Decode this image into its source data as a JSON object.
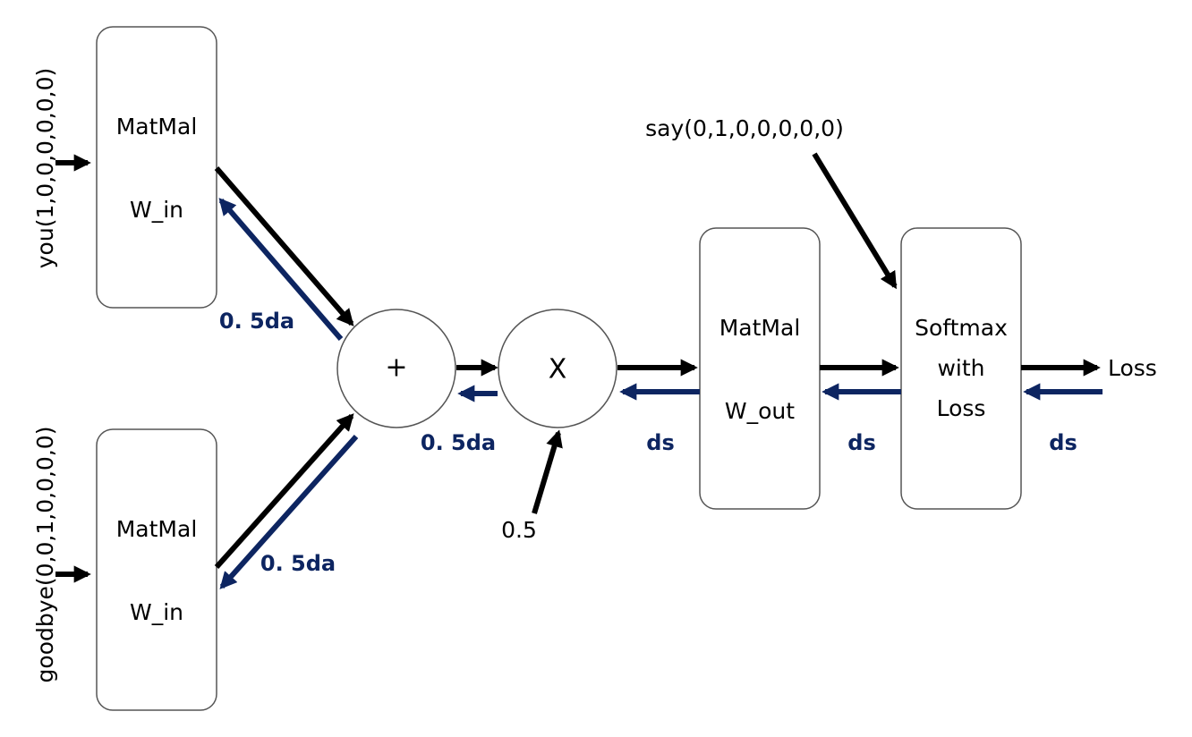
{
  "colors": {
    "forward": "#000000",
    "backward": "#0d2561",
    "node_border": "#555555"
  },
  "inputs": {
    "top_word": "you(1,0,0,0,0,0,0)",
    "bottom_word": "goodbye(0,0,1,0,0,0,0)",
    "target_word": "say(0,1,0,0,0,0,0)",
    "constant": "0.5"
  },
  "nodes": {
    "top_matmul": {
      "title": "MatMal",
      "weight": "W_in"
    },
    "bottom_matmul": {
      "title": "MatMal",
      "weight": "W_in"
    },
    "add": {
      "symbol": "+"
    },
    "multiply": {
      "symbol": "X"
    },
    "out_matmul": {
      "title": "MatMal",
      "weight": "W_out"
    },
    "softmax": {
      "line1": "Softmax",
      "line2": "with",
      "line3": "Loss"
    }
  },
  "outputs": {
    "loss": "Loss"
  },
  "gradients": {
    "top_branch": "0. 5da",
    "bottom_branch": "0. 5da",
    "multiply_to_add": "0. 5da",
    "out_to_multiply": "ds",
    "softmax_to_out": "ds",
    "loss_to_softmax": "ds"
  }
}
